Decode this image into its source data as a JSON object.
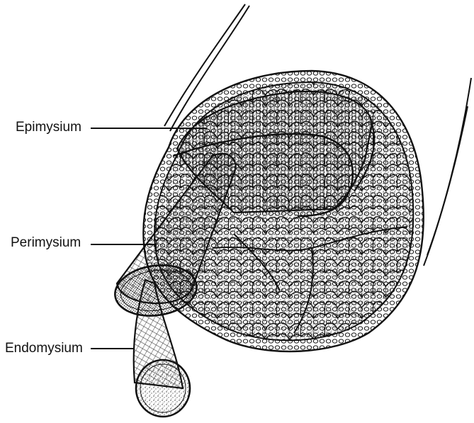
{
  "diagram": {
    "labels": {
      "epimysium": "Epimysium",
      "perimysium": "Perimysium",
      "endomysium": "Endomysium"
    },
    "colors": {
      "ink": "#111111",
      "paper": "#ffffff",
      "stipple": "#2a2a2a"
    }
  }
}
